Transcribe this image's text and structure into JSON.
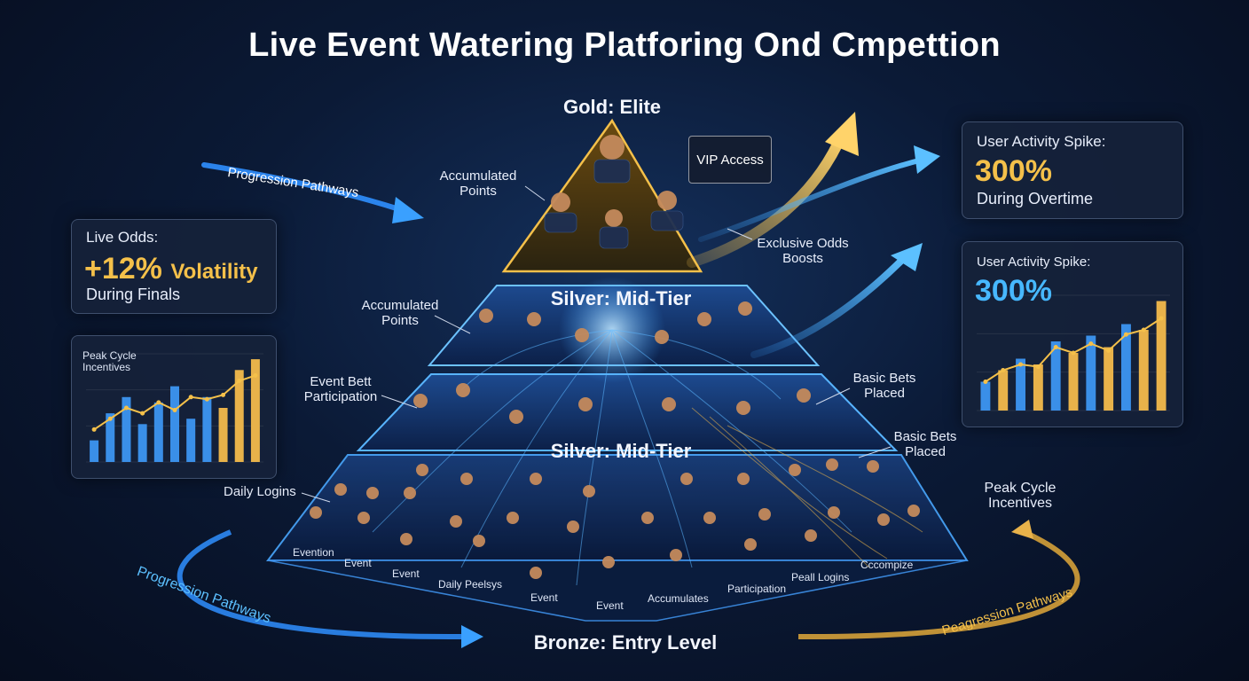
{
  "title": "Live Event Watering Platforing Ond Cmpettion",
  "tiers": {
    "gold": "Gold: Elite",
    "silver_upper": "Silver: Mid-Tier",
    "silver_lower": "Silver: Mid-Tier",
    "bronze": "Bronze: Entry Level"
  },
  "vip_access": "VIP Access",
  "labels": {
    "accumulated_points_top": "Accumulated Points",
    "exclusive_odds": "Exclusive Odds Boosts",
    "accumulated_points_mid": "Accumulated Points",
    "event_bett": "Event Bett Participation",
    "basic_bets_upper": "Basic Bets Placed",
    "basic_bets_lower": "Basic Bets Placed",
    "daily_logins": "Daily Logins",
    "peak_cycle_right": "Peak Cycle Incentives"
  },
  "pathways": {
    "top_left": "Progression Pathways",
    "bottom_left": "Progression Pathways",
    "bottom_right": "Peagression Pathways"
  },
  "bronze_labels": [
    "Evention",
    "Event",
    "Event",
    "Daily Peelsys",
    "Event",
    "Event",
    "Accumulates",
    "Participation",
    "Peall Logins",
    "Cccompize"
  ],
  "live_odds": {
    "label": "Live Odds:",
    "value": "+12%",
    "suffix": "Volatility",
    "sub": "During Finals"
  },
  "spike_card1": {
    "label": "User Activity Spike:",
    "value": "300%",
    "sub": "During Overtime"
  },
  "spike_card2": {
    "label": "User Activity Spike:",
    "value": "300%"
  },
  "peak_card": {
    "label": "Peak Cycle Incentives"
  },
  "colors": {
    "gold": "#f4c04a",
    "blue": "#3aa0ff",
    "cyan": "#46b8ff"
  },
  "chart_data": [
    {
      "type": "bar",
      "title": "Peak Cycle Incentives",
      "values": [
        20,
        45,
        60,
        35,
        55,
        70,
        40,
        60,
        50,
        85,
        95
      ],
      "line": [
        30,
        40,
        50,
        45,
        55,
        48,
        60,
        58,
        62,
        75,
        80
      ]
    },
    {
      "type": "bar",
      "title": "User Activity Spike:",
      "values": [
        25,
        35,
        45,
        40,
        60,
        50,
        65,
        55,
        75,
        70,
        95
      ],
      "line": [
        25,
        35,
        40,
        38,
        55,
        50,
        58,
        52,
        66,
        70,
        80
      ]
    }
  ]
}
